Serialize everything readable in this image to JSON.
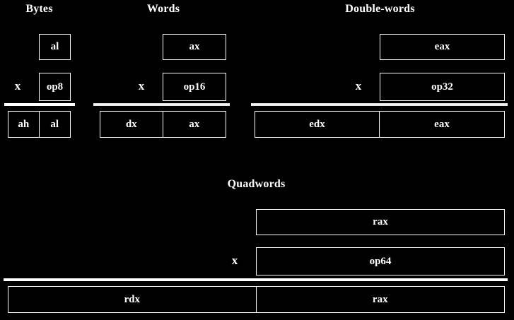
{
  "page": {
    "background_color": "#000000",
    "foreground_color": "#ffffff",
    "title_row": {
      "bytes": "Bytes",
      "words": "Words",
      "double_words": "Double-words",
      "quadwords": "Quadwords"
    }
  },
  "symbols": {
    "multiply": "x"
  },
  "bytes": {
    "header": "Bytes",
    "operand_a": "al",
    "operand_b": "op8",
    "multiply": "x",
    "result_high": "ah",
    "result_low": "al"
  },
  "words": {
    "header": "Words",
    "operand_a": "ax",
    "operand_b": "op16",
    "multiply": "x",
    "result_high": "dx",
    "result_low": "ax"
  },
  "double_words": {
    "header": "Double-words",
    "operand_a": "eax",
    "operand_b": "op32",
    "multiply": "x",
    "result_high": "edx",
    "result_low": "eax"
  },
  "quadwords": {
    "header": "Quadwords",
    "operand_a": "rax",
    "operand_b": "op64",
    "multiply": "x",
    "result_high": "rdx",
    "result_low": "rax"
  }
}
